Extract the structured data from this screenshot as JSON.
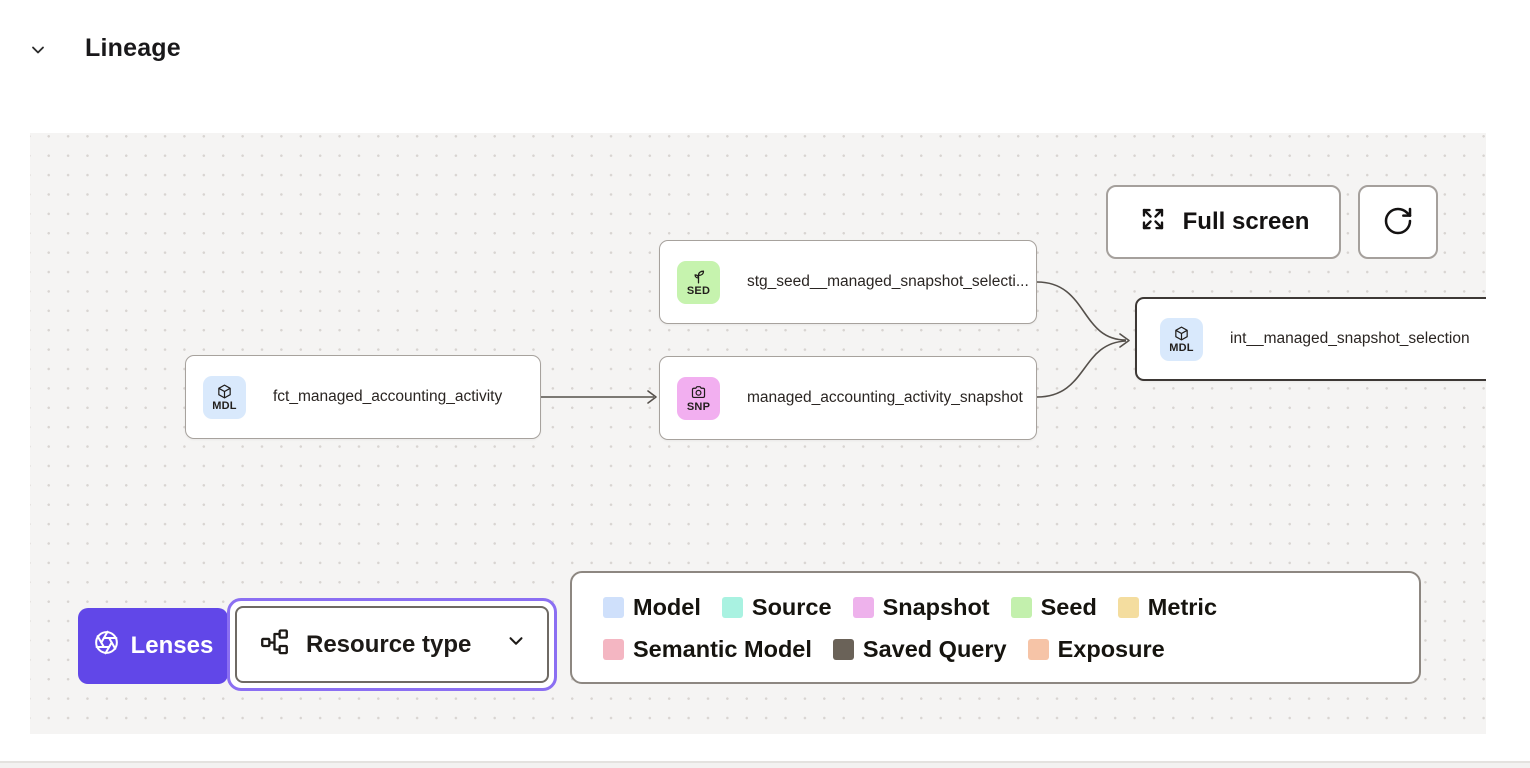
{
  "header": {
    "title": "Lineage"
  },
  "toolbar": {
    "full_screen_label": "Full screen",
    "full_screen_icon": "expand-arrows",
    "refresh_icon": "refresh-circular-arrow"
  },
  "lenses": {
    "label": "Lenses",
    "icon": "aperture",
    "resource_type_label": "Resource type",
    "resource_type_icon": "hierarchy-network",
    "accent_color": "#6147e8",
    "focus_ring_color": "#8b6ff2"
  },
  "nodes": {
    "seed_stg": {
      "badge": "SED",
      "badge_icon": "seedling",
      "badge_color": "#c6f3ae",
      "label": "stg_seed__managed_snapshot_selecti..."
    },
    "model_fct": {
      "badge": "MDL",
      "badge_icon": "cube",
      "badge_color": "#d9e9fc",
      "label": "fct_managed_accounting_activity"
    },
    "snapshot_maa": {
      "badge": "SNP",
      "badge_icon": "camera",
      "badge_color": "#f2aff0",
      "label": "managed_accounting_activity_snapshot"
    },
    "model_int": {
      "badge": "MDL",
      "badge_icon": "cube",
      "badge_color": "#d9e9fc",
      "label": "int__managed_snapshot_selection",
      "selected": true
    }
  },
  "edges": [
    {
      "from": "model_fct",
      "to": "snapshot_maa"
    },
    {
      "from": "seed_stg",
      "to": "model_int"
    },
    {
      "from": "snapshot_maa",
      "to": "model_int"
    }
  ],
  "legend": {
    "rows": [
      [
        {
          "label": "Model",
          "color": "#cfe0fb"
        },
        {
          "label": "Source",
          "color": "#a9f2e1"
        },
        {
          "label": "Snapshot",
          "color": "#eeb2ec"
        },
        {
          "label": "Seed",
          "color": "#c3f0ad"
        },
        {
          "label": "Metric",
          "color": "#f4dd9f"
        }
      ],
      [
        {
          "label": "Semantic Model",
          "color": "#f4b6c2"
        },
        {
          "label": "Saved Query",
          "color": "#6a6258"
        },
        {
          "label": "Exposure",
          "color": "#f6c4a7"
        }
      ]
    ]
  },
  "colors": {
    "canvas_background": "#f5f4f3",
    "node_border": "#a7a29d",
    "selected_node_border": "#3d3835",
    "edge": "#55504b"
  }
}
